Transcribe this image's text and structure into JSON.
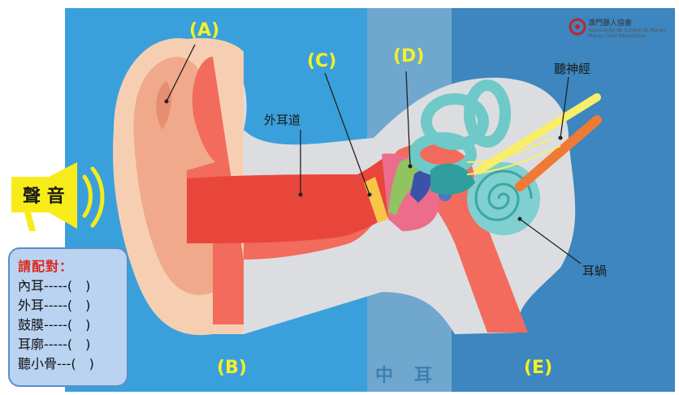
{
  "labels": {
    "a": "(A)",
    "b": "(B)",
    "c": "(C)",
    "d": "(D)",
    "e": "(E)",
    "ear_canal": "外耳道",
    "auditory_nerve": "聽神經",
    "cochlea": "耳蝸",
    "middle_ear": "中　耳"
  },
  "speaker": {
    "text": "聲 音",
    "icon": "megaphone-icon"
  },
  "logo": {
    "name": "澳門聾人協會",
    "sub1": "Associação de Surdos de Macau",
    "sub2": "Macau Deaf Association"
  },
  "quiz": {
    "title": "請配對：",
    "items": [
      "內耳-----(　)",
      "外耳-----(　)",
      "鼓膜-----(　)",
      "耳廓-----(　)",
      "聽小骨---(　)"
    ]
  },
  "colors": {
    "outer_ear_bg": "#3aa0dc",
    "middle_ear_bg": "#6fa7cf",
    "inner_ear_bg": "#3d86bf",
    "label_yellow": "#f4ef2a",
    "quiz_title": "#e0261c"
  }
}
